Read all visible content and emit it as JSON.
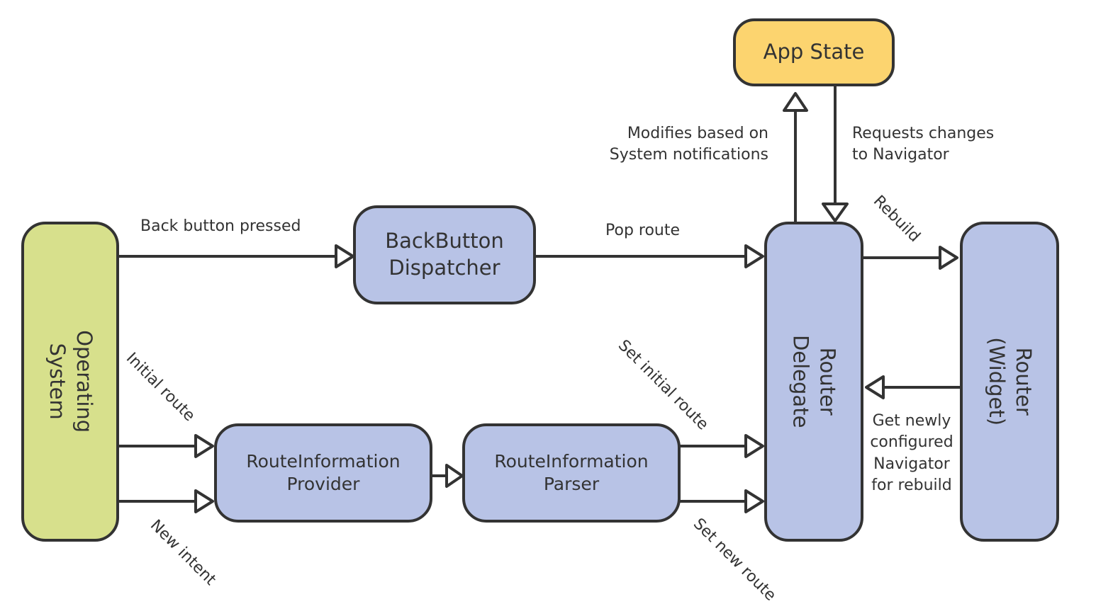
{
  "colors": {
    "stroke": "#333333",
    "app_state_fill": "#fcd46f",
    "os_fill": "#d7e08c",
    "component_fill": "#b8c3e6",
    "background": "#ffffff"
  },
  "nodes": {
    "app_state": "App State",
    "operating_system": "Operating\nSystem",
    "back_button_dispatcher": "BackButton\nDispatcher",
    "route_information_provider": "RouteInformation\nProvider",
    "route_information_parser": "RouteInformation\nParser",
    "router_delegate": "Router\nDelegate",
    "router_widget": "Router\n(Widget)"
  },
  "edges": {
    "back_button_pressed": "Back button pressed",
    "pop_route": "Pop route",
    "initial_route": "Initial route",
    "new_intent": "New intent",
    "set_initial_route": "Set initial route",
    "set_new_route": "Set new route",
    "modifies_based_on": "Modifies based on\nSystem notifications",
    "requests_changes": "Requests changes\nto Navigator",
    "rebuild": "Rebuild",
    "get_newly_configured": "Get newly\nconfigured\nNavigator\nfor rebuild"
  }
}
